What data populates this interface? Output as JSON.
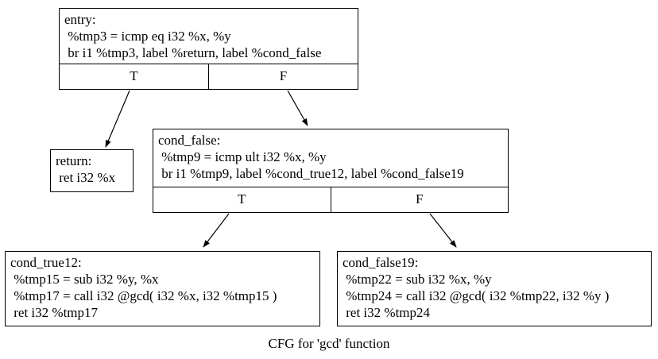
{
  "caption": "CFG for 'gcd' function",
  "colors": {
    "background": "#ffffff",
    "node_fill": "#ffffff",
    "border": "#000000",
    "text": "#000000"
  },
  "nodes": {
    "entry": {
      "lines": [
        "entry:",
        " %tmp3 = icmp eq i32 %x, %y",
        " br i1 %tmp3, label %return, label %cond_false"
      ],
      "ports": [
        "T",
        "F"
      ]
    },
    "return": {
      "lines": [
        "return:",
        " ret i32 %x"
      ]
    },
    "cond_false": {
      "lines": [
        "cond_false:",
        " %tmp9 = icmp ult i32 %x, %y",
        " br i1 %tmp9, label %cond_true12, label %cond_false19"
      ],
      "ports": [
        "T",
        "F"
      ]
    },
    "cond_true12": {
      "lines": [
        "cond_true12:",
        " %tmp15 = sub i32 %y, %x",
        " %tmp17 = call i32 @gcd( i32 %x, i32 %tmp15 )",
        " ret i32 %tmp17"
      ]
    },
    "cond_false19": {
      "lines": [
        "cond_false19:",
        " %tmp22 = sub i32 %x, %y",
        " %tmp24 = call i32 @gcd( i32 %tmp22, i32 %y )",
        " ret i32 %tmp24"
      ]
    }
  },
  "edges": [
    {
      "from": "entry:T",
      "to": "return"
    },
    {
      "from": "entry:F",
      "to": "cond_false"
    },
    {
      "from": "cond_false:T",
      "to": "cond_true12"
    },
    {
      "from": "cond_false:F",
      "to": "cond_false19"
    }
  ]
}
